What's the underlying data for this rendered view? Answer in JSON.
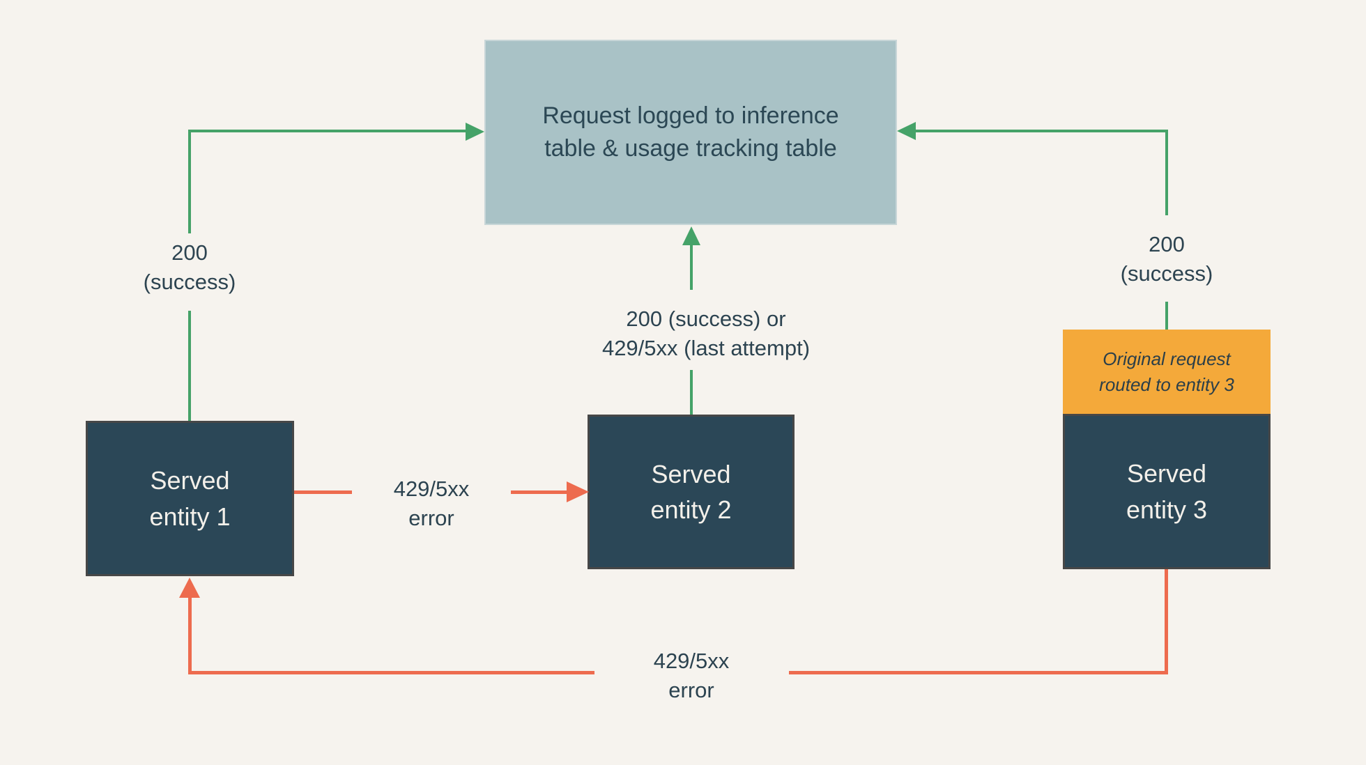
{
  "colors": {
    "background": "#f6f3ee",
    "log-fill": "#a9c2c6",
    "log-border": "#c8d6d8",
    "log-text": "#2b4754",
    "entity-fill": "#2b4757",
    "entity-border": "#474747",
    "entity-text": "#f3f0ea",
    "success": "#45a268",
    "error": "#ed6b4e",
    "highlight": "#f4a93a",
    "highlight-text": "#2b3f49",
    "label": "#2c4350"
  },
  "nodes": {
    "log_table": {
      "text": "Request logged to inference\ntable & usage tracking table"
    },
    "entity1": {
      "text": "Served\nentity 1"
    },
    "entity2": {
      "text": "Served\nentity 2"
    },
    "entity3": {
      "text": "Served\nentity 3",
      "badge": "Original request\nrouted to entity 3"
    }
  },
  "labels": {
    "entity1_success": "200\n(success)",
    "entity2_result": "200 (success) or\n429/5xx (last attempt)",
    "entity3_success": "200\n(success)",
    "entity1_to_entity2_error": "429/5xx\nerror",
    "entity3_to_entity1_error": "429/5xx\nerror"
  }
}
